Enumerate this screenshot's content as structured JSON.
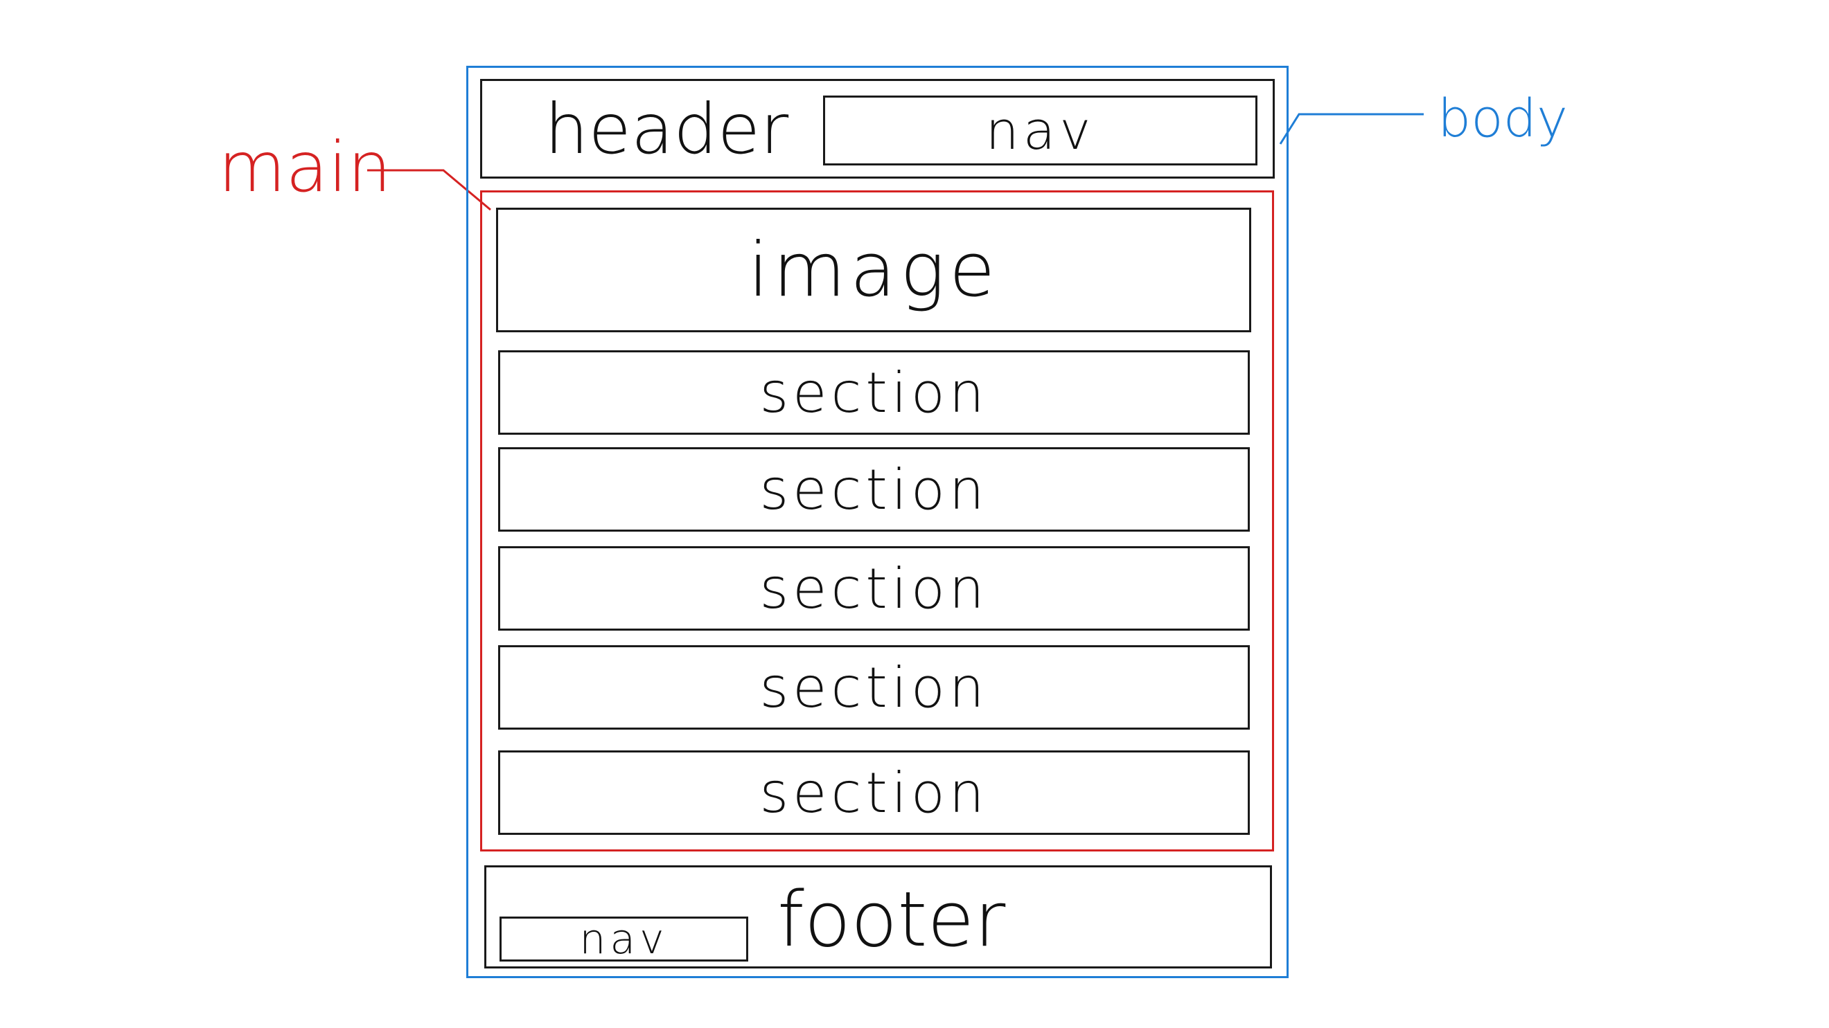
{
  "diagram": {
    "body_label": "body",
    "main_label": "main",
    "header": {
      "label": "header",
      "nav_label": "nav"
    },
    "main": {
      "image_label": "image",
      "sections": [
        "section",
        "section",
        "section",
        "section",
        "section"
      ]
    },
    "footer": {
      "label": "footer",
      "nav_label": "nav"
    },
    "colors": {
      "body": "#1f7ed6",
      "main": "#d52222",
      "outline": "#1a1a1a"
    }
  }
}
